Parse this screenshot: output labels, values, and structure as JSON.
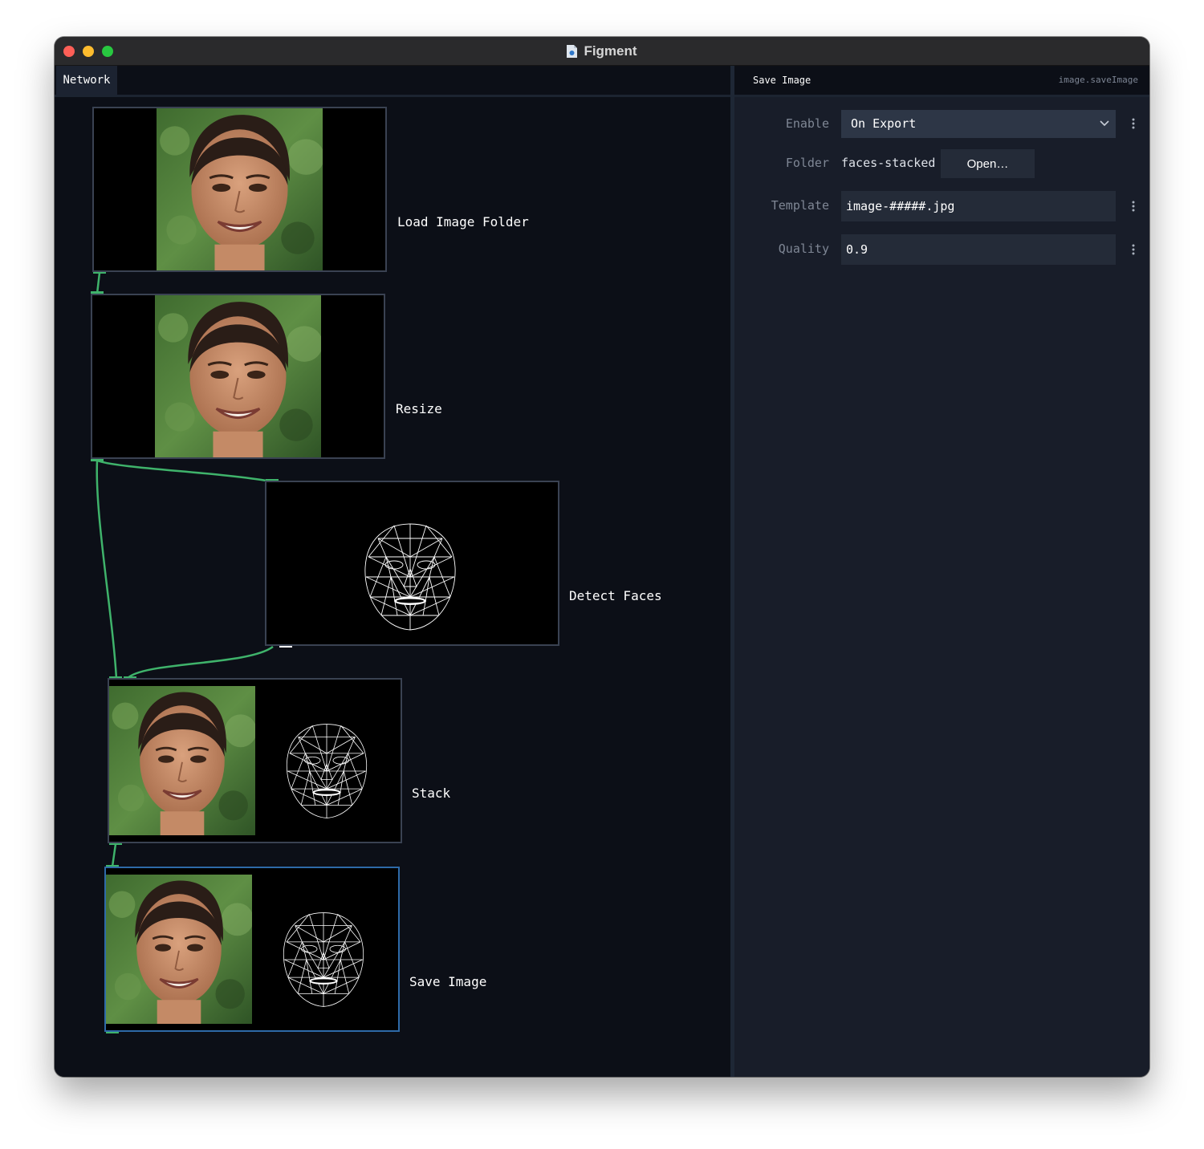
{
  "window": {
    "title": "Figment"
  },
  "left_panel": {
    "tab_label": "Network"
  },
  "nodes": [
    {
      "id": "load",
      "label": "Load Image Folder"
    },
    {
      "id": "resize",
      "label": "Resize"
    },
    {
      "id": "detect",
      "label": "Detect Faces"
    },
    {
      "id": "stack",
      "label": "Stack"
    },
    {
      "id": "save",
      "label": "Save Image",
      "selected": true
    }
  ],
  "inspector": {
    "title": "Save Image",
    "type_id": "image.saveImage",
    "enable": {
      "label": "Enable",
      "value": "On Export"
    },
    "folder": {
      "label": "Folder",
      "value": "faces-stacked",
      "button": "Open…"
    },
    "template": {
      "label": "Template",
      "value": "image-#####.jpg"
    },
    "quality": {
      "label": "Quality",
      "value": "0.9"
    }
  },
  "colors": {
    "canvas_bg": "#0c0f17",
    "panel_bg": "#181d29",
    "wire": "#3fb36b",
    "selected_border": "#2e6aa8",
    "node_border": "#3a4252"
  }
}
